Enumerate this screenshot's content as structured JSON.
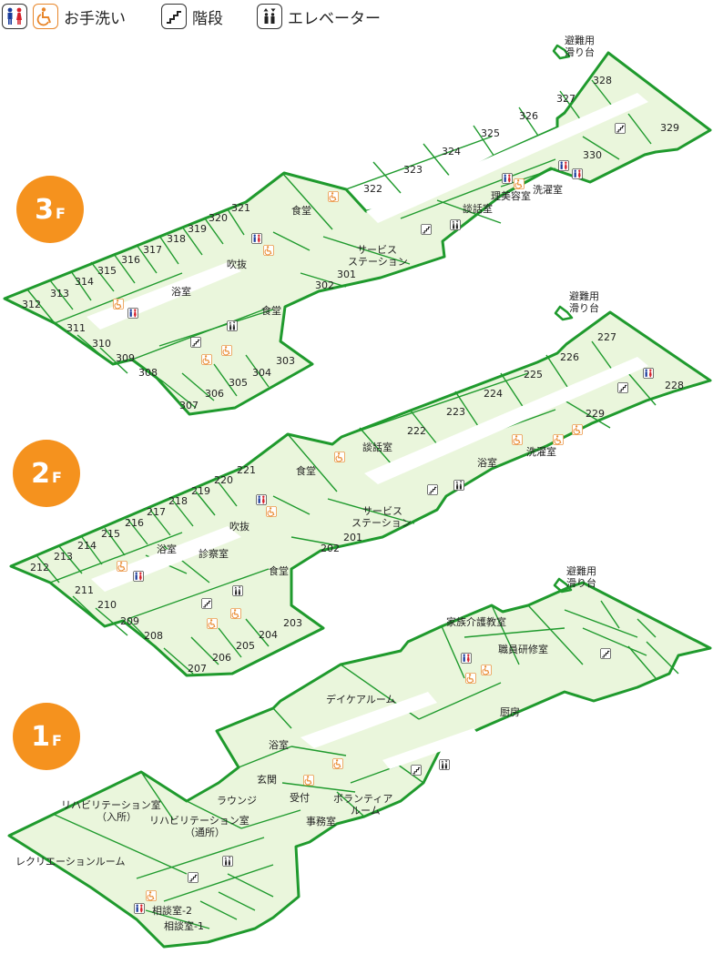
{
  "legend": {
    "restroom_label": "お手洗い",
    "stairs_label": "階段",
    "elevator_label": "エレベーター"
  },
  "colors": {
    "floor_fill": "#eaf6dc",
    "wall": "#1f9a2d",
    "badge": "#f5921e",
    "restroom_male": "#1a3c9c",
    "restroom_female": "#d5202a",
    "accessible": "#e8862a"
  },
  "floors": {
    "f3": {
      "badge_num": "3",
      "badge_unit": "F",
      "rooms": [
        "312",
        "313",
        "314",
        "315",
        "316",
        "317",
        "318",
        "319",
        "320",
        "321",
        "311",
        "310",
        "309",
        "308",
        "307",
        "306",
        "305",
        "304",
        "303",
        "302",
        "301",
        "322",
        "323",
        "324",
        "325",
        "326",
        "327",
        "328",
        "329",
        "330"
      ],
      "labels": {
        "shokudo_a": "食堂",
        "shokudo_b": "食堂",
        "yokushitsu": "浴室",
        "fukinuke": "吹抜",
        "service_1": "サービス",
        "service_2": "ステーション",
        "danwashitsu": "談話室",
        "biyoshitsu": "理美容室",
        "sentakushitsu": "洗濯室",
        "slide_1": "避難用",
        "slide_2": "滑り台"
      }
    },
    "f2": {
      "badge_num": "2",
      "badge_unit": "F",
      "rooms": [
        "212",
        "213",
        "214",
        "215",
        "216",
        "217",
        "218",
        "219",
        "220",
        "221",
        "211",
        "210",
        "209",
        "208",
        "207",
        "206",
        "205",
        "204",
        "203",
        "202",
        "201",
        "222",
        "223",
        "224",
        "225",
        "226",
        "227",
        "228",
        "229"
      ],
      "labels": {
        "shokudo_a": "食堂",
        "shokudo_b": "食堂",
        "yokushitsu_a": "浴室",
        "yokushitsu_b": "浴室",
        "fukinuke": "吹抜",
        "shinsatsushitsu": "診察室",
        "service_1": "サービス",
        "service_2": "ステーション",
        "danwashitsu": "談話室",
        "sentakushitsu": "洗濯室",
        "slide_1": "避難用",
        "slide_2": "滑り台"
      }
    },
    "f1": {
      "badge_num": "1",
      "badge_unit": "F",
      "labels": {
        "kazoku": "家族介護教室",
        "shokuin": "職員研修室",
        "daycare": "デイケアルーム",
        "chubo": "厨房",
        "yokushitsu": "浴室",
        "genkan": "玄関",
        "lounge": "ラウンジ",
        "uketsuke": "受付",
        "volunteer_1": "ボランティア",
        "volunteer_2": "ルーム",
        "jimushitsu": "事務室",
        "rehab_in_1": "リハビリテーション室",
        "rehab_in_2": "（入所）",
        "rehab_out_1": "リハビリテーション室",
        "rehab_out_2": "（通所）",
        "recreation": "レクリエーションルーム",
        "sodan_2": "相談室-2",
        "sodan_1": "相談室-1",
        "slide_1": "避難用",
        "slide_2": "滑り台"
      }
    }
  }
}
